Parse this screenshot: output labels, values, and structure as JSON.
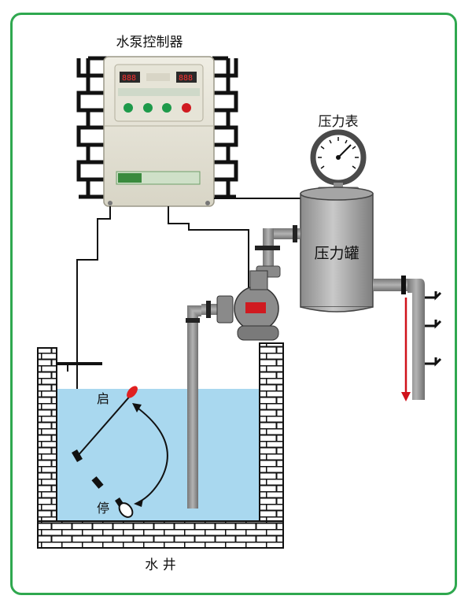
{
  "labels": {
    "controller": "水泵控制器",
    "pressure_gauge": "压力表",
    "pressure_tank": "压力罐",
    "start": "启",
    "stop": "停",
    "well": "水 井"
  },
  "colors": {
    "frame": "#2fa84f",
    "water": "#a9d8ef",
    "pipe": "#8d8d8d",
    "flow_arrow": "#d0121b",
    "float_start": "#e02020",
    "panel_display": "#c0141b",
    "button_green": "#1e9a4a",
    "button_red": "#d01a20"
  }
}
